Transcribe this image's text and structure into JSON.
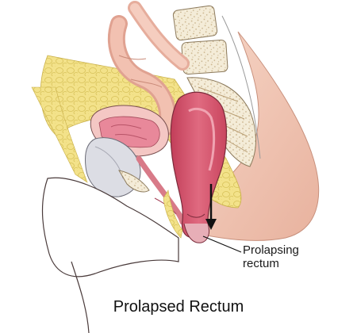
{
  "callout": {
    "line1": "Prolapsing",
    "line2": "rectum"
  },
  "caption": "Prolapsed Rectum",
  "colors": {
    "skin": "#f2c7b6",
    "skin_shadow": "#e0a996",
    "bone": "#f4ecd8",
    "bone_spots": "#c9b38a",
    "fat": "#f3e28a",
    "fat_cells": "#d8c25a",
    "rectum": "#d8566e",
    "rectum_light": "#ec8a9b",
    "bladder": "#dcdde4",
    "uterus": "#e8889a",
    "line": "#4a3b3b"
  },
  "icons": {
    "arrow": "down-arrow-icon"
  }
}
